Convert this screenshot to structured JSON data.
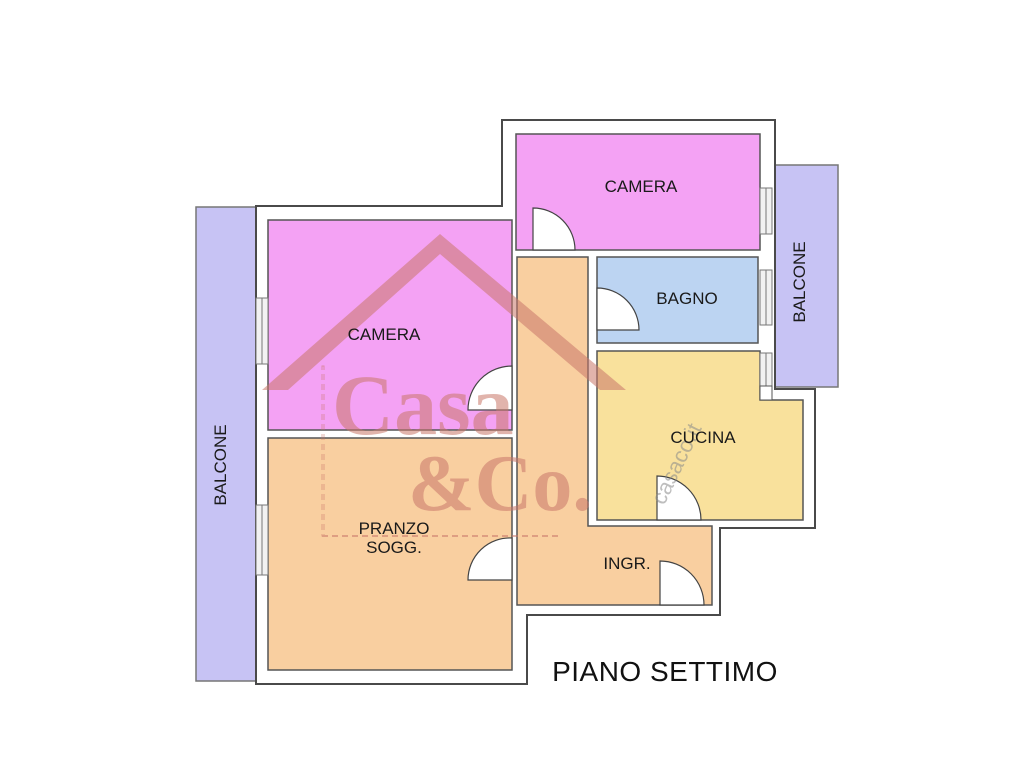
{
  "plan": {
    "title": "PIANO SETTIMO",
    "rooms": {
      "camera_top": "CAMERA",
      "camera_left": "CAMERA",
      "bagno": "BAGNO",
      "cucina": "CUCINA",
      "pranzo_line1": "PRANZO",
      "pranzo_line2": "SOGG.",
      "ingresso": "INGR.",
      "balcone_left": "BALCONE",
      "balcone_right": "BALCONE"
    },
    "colors": {
      "camera": "#f4a2f4",
      "pranzo": "#f9cfa0",
      "bagno": "#bcd4f2",
      "cucina": "#f9e19c",
      "balcone": "#c7c3f4",
      "wall": "#ffffff",
      "wall_stroke": "#555555"
    }
  },
  "watermark": {
    "line1": "Casa",
    "line2": "&Co.",
    "url": "casaco.it",
    "color": "#c9776a"
  }
}
